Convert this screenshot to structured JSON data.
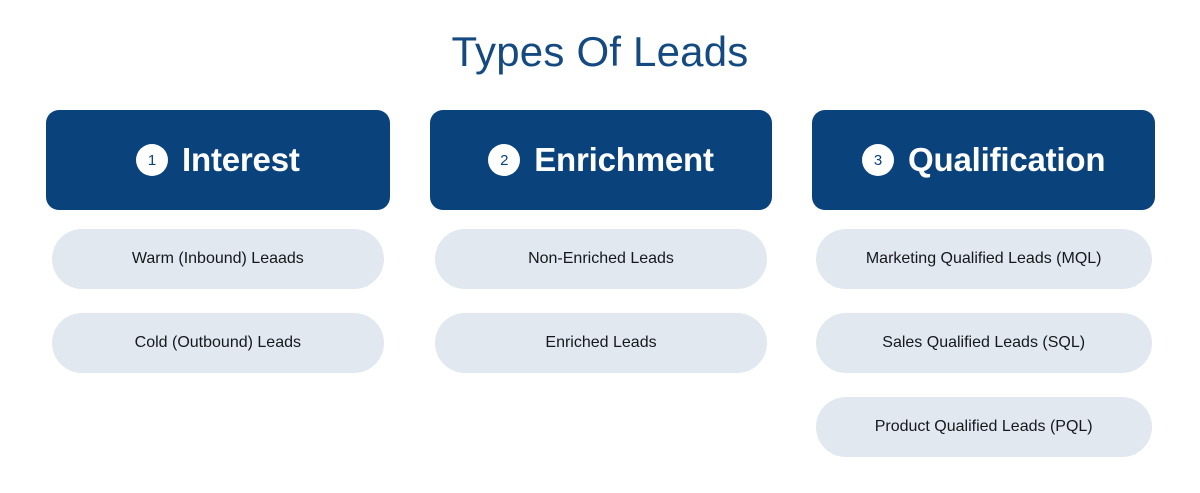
{
  "page": {
    "title": "Types Of Leads",
    "background_color": "#ffffff",
    "title_color": "#154a80",
    "accent_color": "#0a427c",
    "pill_color": "#e2e8f0",
    "pill_text_color": "#16181d"
  },
  "columns": [
    {
      "number": "1",
      "title": "Interest",
      "items": [
        {
          "label": "Warm (Inbound) Leaads"
        },
        {
          "label": "Cold (Outbound) Leads"
        }
      ]
    },
    {
      "number": "2",
      "title": "Enrichment",
      "items": [
        {
          "label": "Non-Enriched Leads"
        },
        {
          "label": "Enriched Leads"
        }
      ]
    },
    {
      "number": "3",
      "title": "Qualification",
      "items": [
        {
          "label": "Marketing Qualified Leads (MQL)"
        },
        {
          "label": "Sales Qualified Leads (SQL)"
        },
        {
          "label": "Product Qualified Leads (PQL)"
        }
      ]
    }
  ]
}
